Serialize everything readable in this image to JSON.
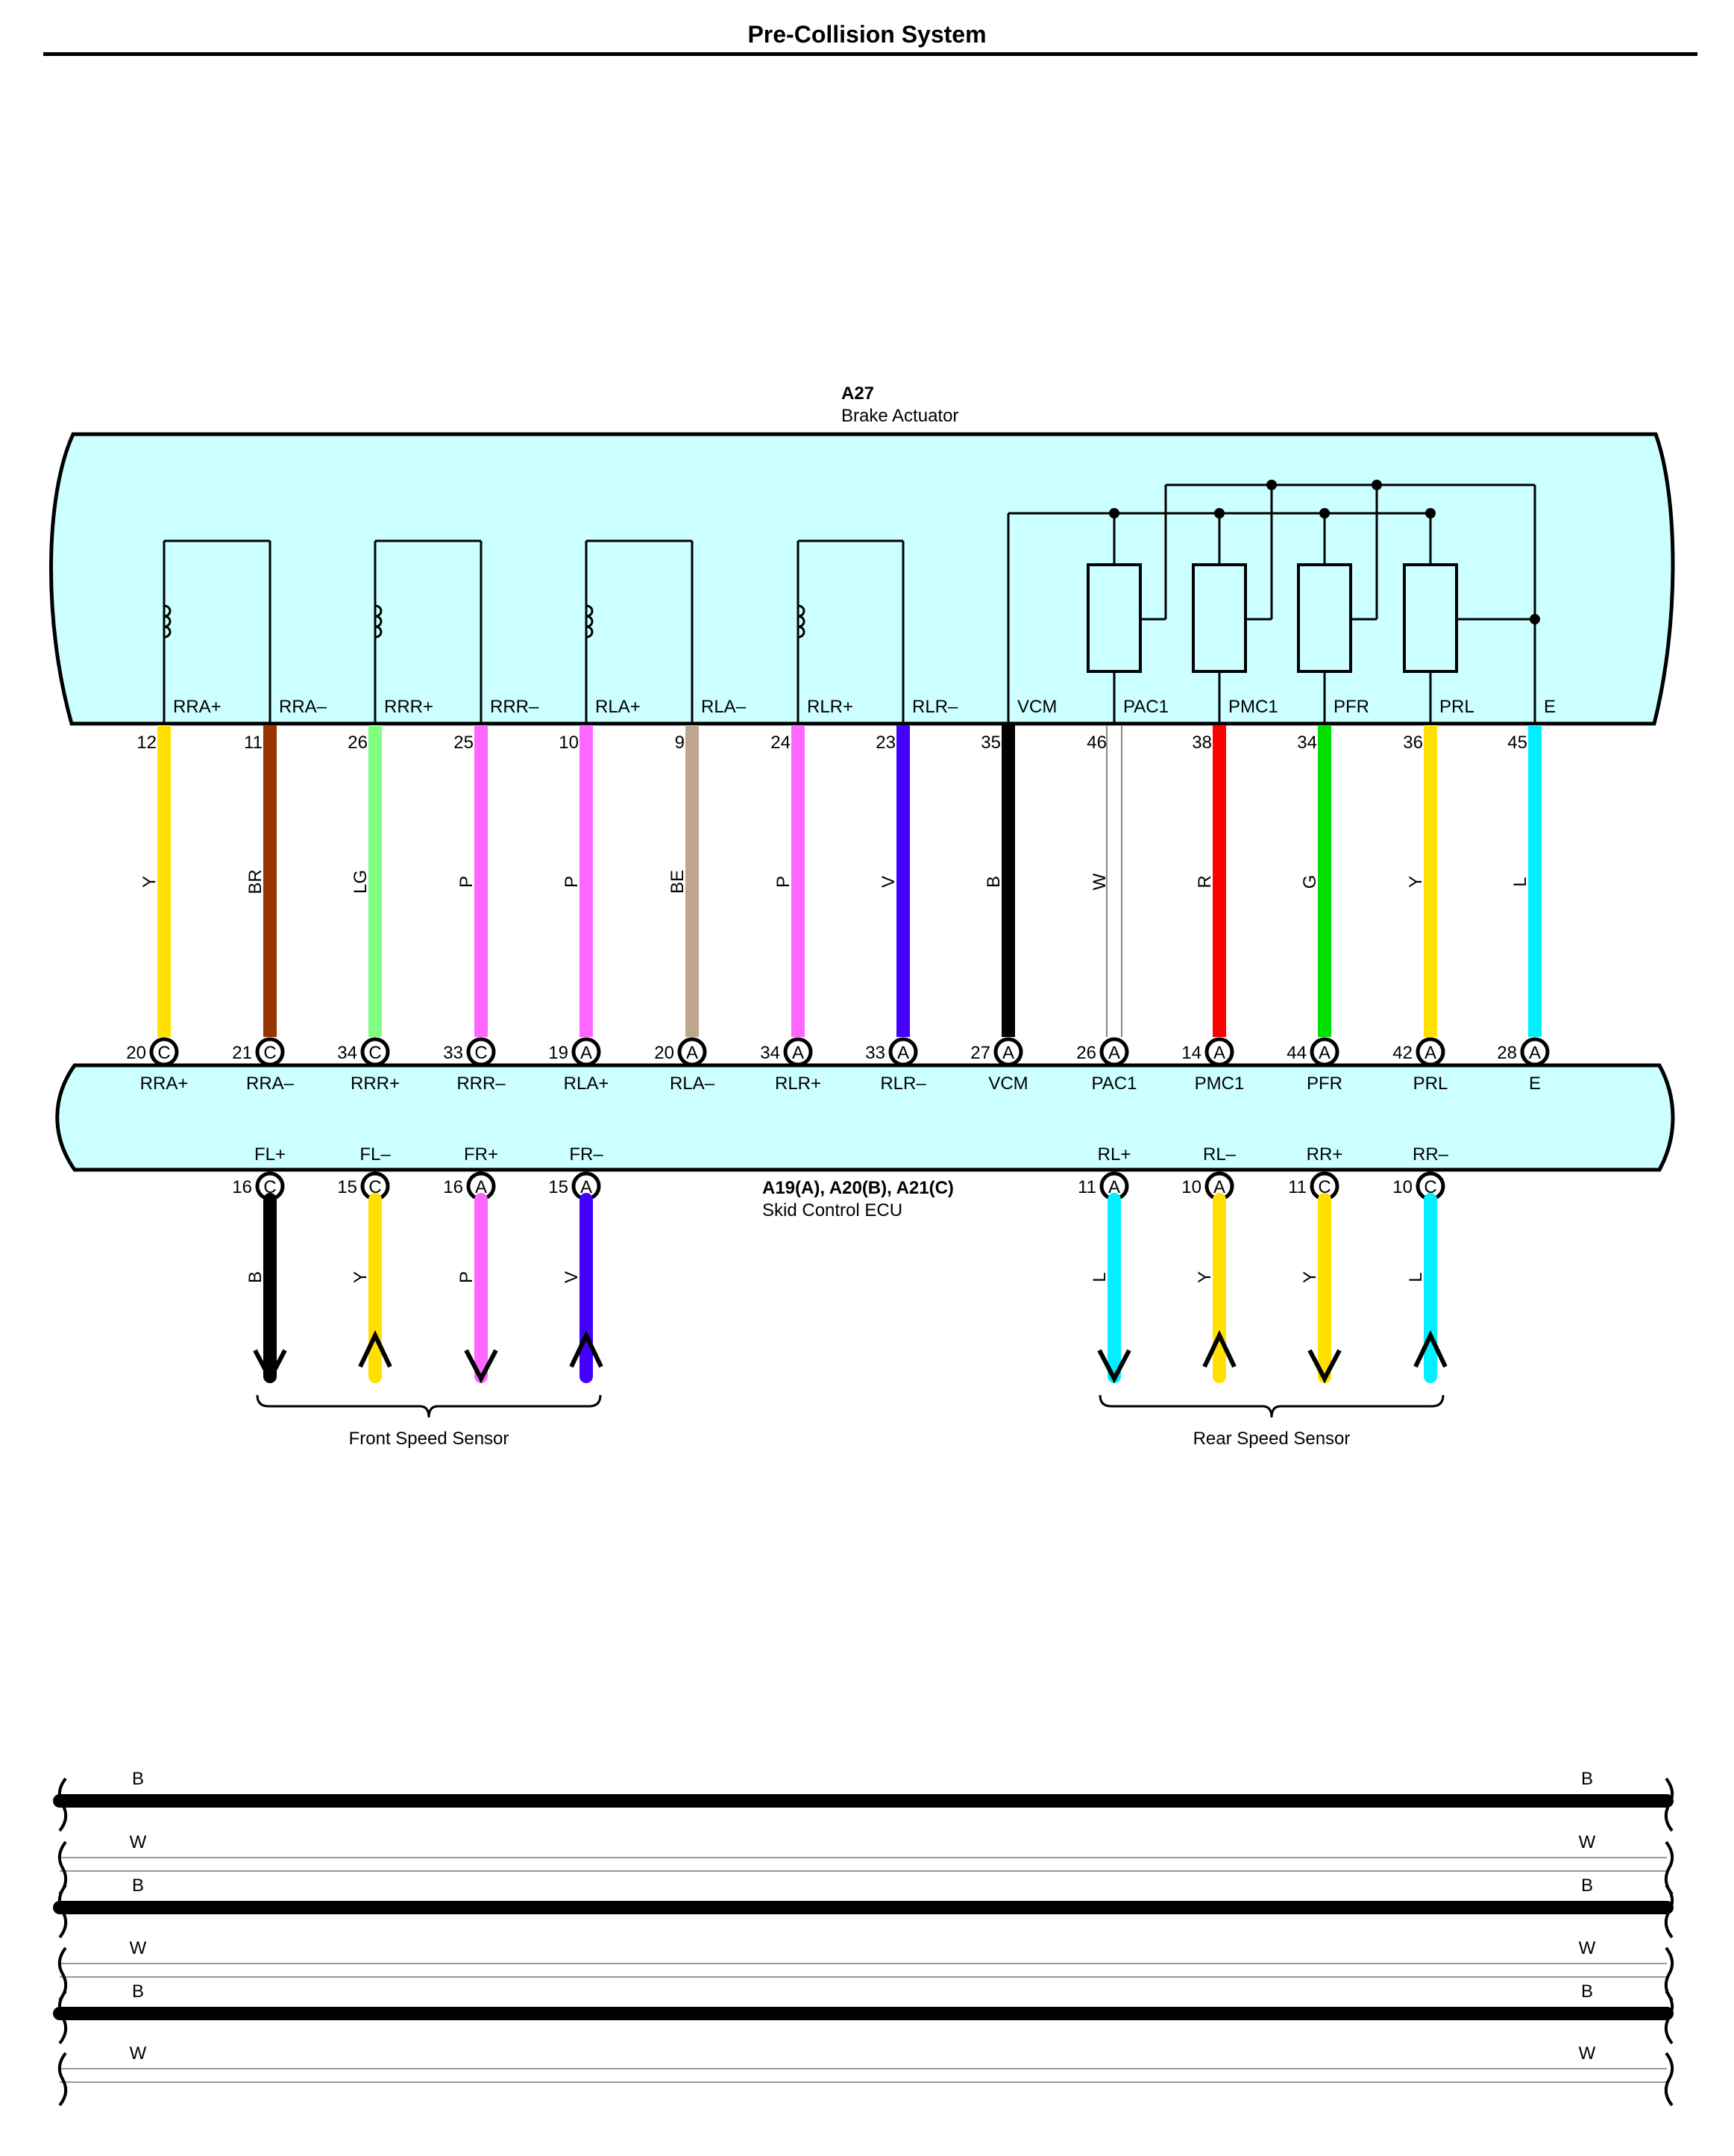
{
  "title": "Pre-Collision System",
  "actuator": {
    "code": "A27",
    "name": "Brake Actuator"
  },
  "ecu": {
    "code": "A19(A), A20(B), A21(C)",
    "name": "Skid Control ECU"
  },
  "colors": {
    "Y": "#ffe000",
    "BR": "#993300",
    "LG": "#80ff80",
    "P": "#ff66ff",
    "BE": "#bca68e",
    "V": "#4400ff",
    "B": "#000000",
    "W": "#ffffff",
    "R": "#ff0000",
    "G": "#00e000",
    "L": "#00f0ff",
    "body_fill": "#ccffff"
  },
  "wires": [
    {
      "top_label": "RRA+",
      "top_pin": "12",
      "code": "Y",
      "bot_pin": "20",
      "conn": "C",
      "bot_label": "RRA+"
    },
    {
      "top_label": "RRA–",
      "top_pin": "11",
      "code": "BR",
      "bot_pin": "21",
      "conn": "C",
      "bot_label": "RRA–"
    },
    {
      "top_label": "RRR+",
      "top_pin": "26",
      "code": "LG",
      "bot_pin": "34",
      "conn": "C",
      "bot_label": "RRR+"
    },
    {
      "top_label": "RRR–",
      "top_pin": "25",
      "code": "P",
      "bot_pin": "33",
      "conn": "C",
      "bot_label": "RRR–"
    },
    {
      "top_label": "RLA+",
      "top_pin": "10",
      "code": "P",
      "bot_pin": "19",
      "conn": "A",
      "bot_label": "RLA+"
    },
    {
      "top_label": "RLA–",
      "top_pin": "9",
      "code": "BE",
      "bot_pin": "20",
      "conn": "A",
      "bot_label": "RLA–"
    },
    {
      "top_label": "RLR+",
      "top_pin": "24",
      "code": "P",
      "bot_pin": "34",
      "conn": "A",
      "bot_label": "RLR+"
    },
    {
      "top_label": "RLR–",
      "top_pin": "23",
      "code": "V",
      "bot_pin": "33",
      "conn": "A",
      "bot_label": "RLR–"
    },
    {
      "top_label": "VCM",
      "top_pin": "35",
      "code": "B",
      "bot_pin": "27",
      "conn": "A",
      "bot_label": "VCM"
    },
    {
      "top_label": "PAC1",
      "top_pin": "46",
      "code": "W",
      "bot_pin": "26",
      "conn": "A",
      "bot_label": "PAC1"
    },
    {
      "top_label": "PMC1",
      "top_pin": "38",
      "code": "R",
      "bot_pin": "14",
      "conn": "A",
      "bot_label": "PMC1"
    },
    {
      "top_label": "PFR",
      "top_pin": "34",
      "code": "G",
      "bot_pin": "44",
      "conn": "A",
      "bot_label": "PFR"
    },
    {
      "top_label": "PRL",
      "top_pin": "36",
      "code": "Y",
      "bot_pin": "42",
      "conn": "A",
      "bot_label": "PRL"
    },
    {
      "top_label": "E",
      "top_pin": "45",
      "code": "L",
      "bot_pin": "28",
      "conn": "A",
      "bot_label": "E"
    }
  ],
  "front_sensor": {
    "name": "Front Speed Sensor",
    "wires": [
      {
        "label": "FL+",
        "pin": "16",
        "conn": "C",
        "code": "B"
      },
      {
        "label": "FL–",
        "pin": "15",
        "conn": "C",
        "code": "Y"
      },
      {
        "label": "FR+",
        "pin": "16",
        "conn": "A",
        "code": "P"
      },
      {
        "label": "FR–",
        "pin": "15",
        "conn": "A",
        "code": "V"
      }
    ]
  },
  "rear_sensor": {
    "name": "Rear Speed Sensor",
    "wires": [
      {
        "label": "RL+",
        "pin": "11",
        "conn": "A",
        "code": "L"
      },
      {
        "label": "RL–",
        "pin": "10",
        "conn": "A",
        "code": "Y"
      },
      {
        "label": "RR+",
        "pin": "11",
        "conn": "C",
        "code": "Y"
      },
      {
        "label": "RR–",
        "pin": "10",
        "conn": "C",
        "code": "L"
      }
    ]
  },
  "legend_rows": [
    {
      "code": "B"
    },
    {
      "code": "W"
    },
    {
      "code": "B"
    },
    {
      "code": "W"
    },
    {
      "code": "B"
    },
    {
      "code": "W"
    }
  ]
}
